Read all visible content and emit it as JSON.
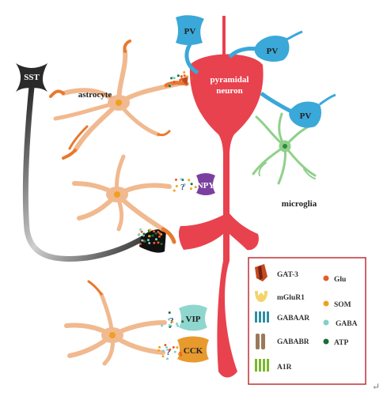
{
  "cells": {
    "pyramidal": "pyramidal\nneuron",
    "astrocyte": "astrocyte",
    "microglia": "microglia"
  },
  "interneurons": {
    "sst": "SST",
    "pv": "PV",
    "npy": "NPY",
    "vip": "VIP",
    "cck": "CCK"
  },
  "unknown_mark": "?",
  "legend": {
    "receptors": [
      "GAT-3",
      "mGluR1",
      "GABAAR",
      "GABABR",
      "A1R"
    ],
    "molecules": [
      "Glu",
      "SOM",
      "GABA",
      "ATP"
    ]
  },
  "colors": {
    "pyramidal": "#e8424e",
    "pv": "#3aa8d8",
    "astrocyte": "#f1b98f",
    "astrocyte_tip": "#e8782e",
    "microglia": "#8fd08a",
    "npy": "#7b3fa0",
    "vip": "#8fd6cf",
    "cck": "#e89a2e",
    "legend_border": "#c0303a",
    "glu": "#e85a2a",
    "som": "#f0a020",
    "gaba": "#7fd0c8",
    "atp": "#1e6a3a"
  },
  "end_mark": "↵"
}
